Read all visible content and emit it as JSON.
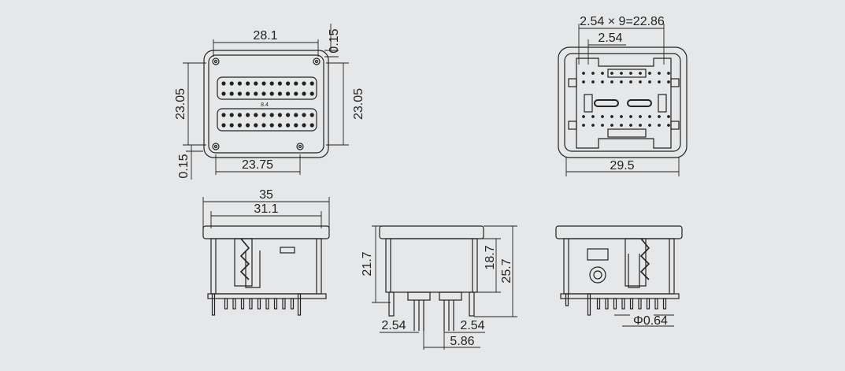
{
  "colors": {
    "background": "#e6e7e8",
    "line": "#222222"
  },
  "views": {
    "front": {
      "dim_width_top": "28.1",
      "dim_gap_top": "0.15",
      "dim_height_left": "23.05",
      "dim_height_right": "23.05",
      "dim_gap_bottom": "0.15",
      "dim_width_bottom": "23.75",
      "center_mark": "8.4"
    },
    "rear": {
      "dim_pitch_total": "2.54 × 9=22.86",
      "dim_pitch": "2.54",
      "dim_width": "29.5"
    },
    "side_left": {
      "dim_outer": "35",
      "dim_inner": "31.1"
    },
    "side_middle": {
      "dim_height_left": "21.7",
      "dim_height_inner": "18.7",
      "dim_height_total": "25.7",
      "dim_pitch_left": "2.54",
      "dim_pitch_right": "2.54",
      "dim_spacing": "5.86"
    },
    "side_right": {
      "dim_pin_dia": "Φ0.64"
    }
  }
}
